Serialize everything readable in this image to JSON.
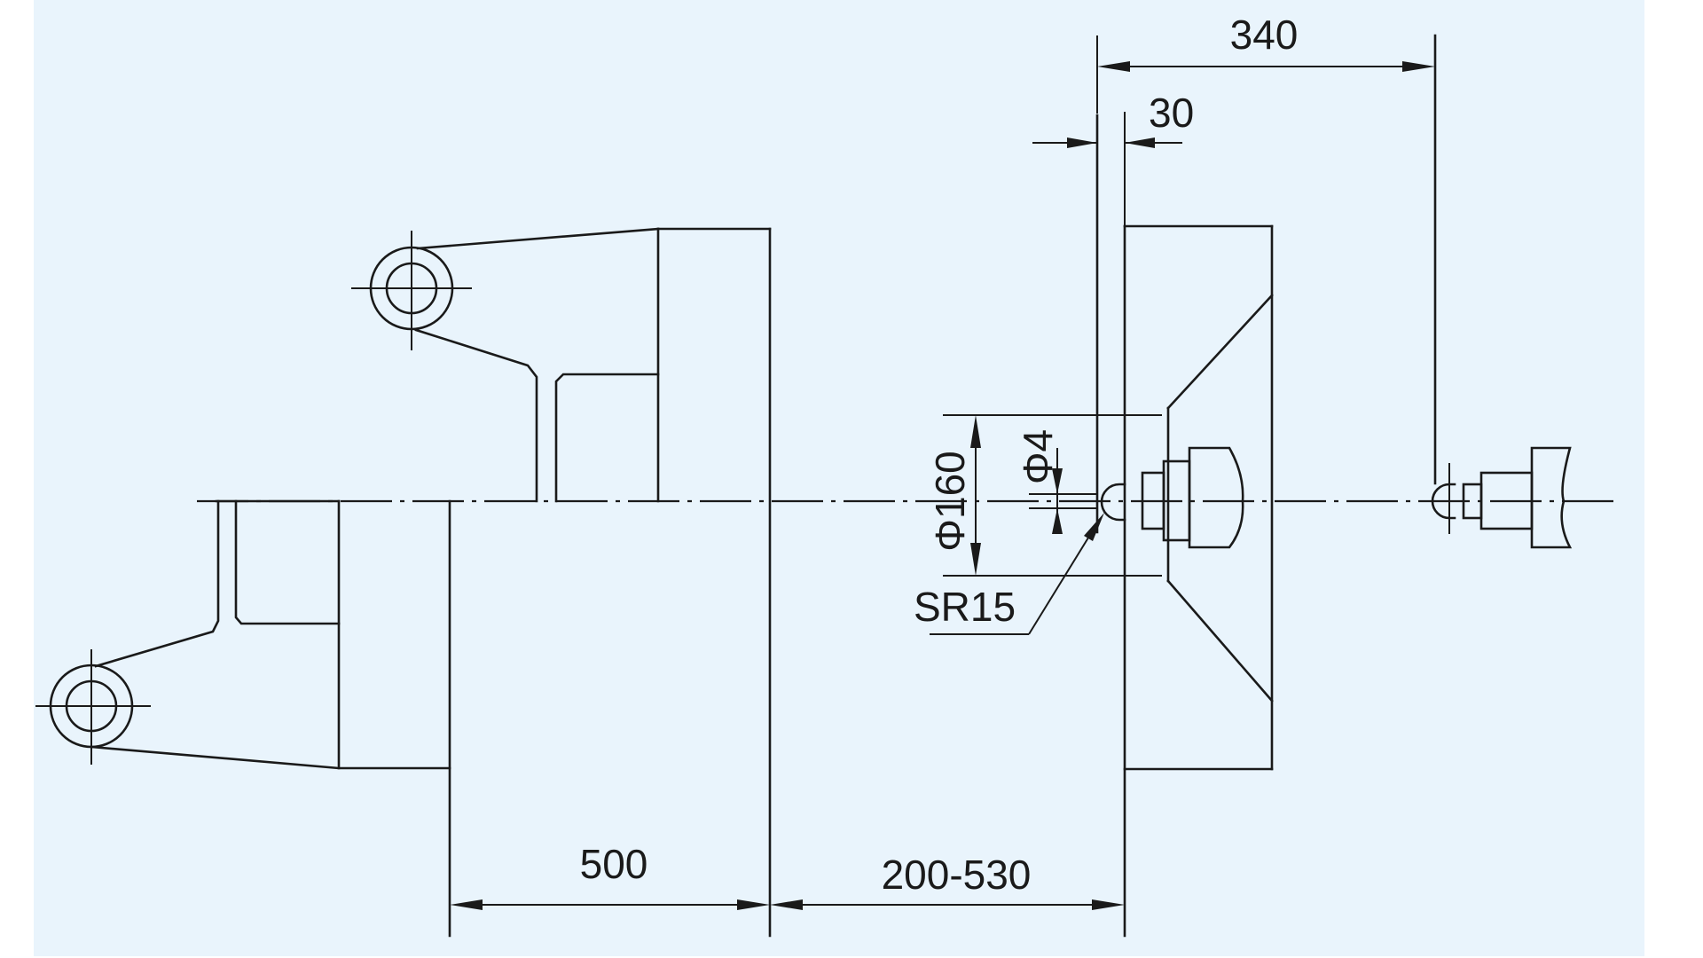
{
  "drawing": {
    "background": "#e9f4fc",
    "line_color": "#1a1a1a",
    "dimensions": {
      "top_overall": "340",
      "top_small": "30",
      "platen_left": "500",
      "opening_range": "200-530",
      "diameter_large": "Φ160",
      "diameter_small": "Φ4",
      "sphere_radius": "SR15"
    }
  }
}
